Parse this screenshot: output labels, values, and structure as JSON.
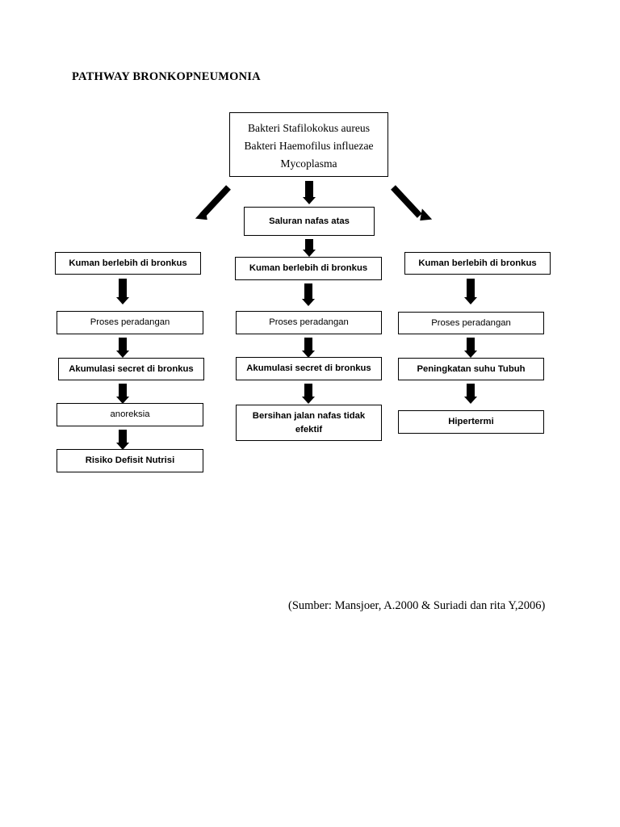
{
  "document": {
    "title": "PATHWAY BRONKOPNEUMONIA",
    "source": "(Sumber: Mansjoer, A.2000 & Suriadi dan rita Y,2006)"
  },
  "diagram": {
    "type": "flowchart",
    "etiology_box": {
      "line1": "Bakteri Stafilokokus aureus",
      "line2": "Bakteri Haemofilus influezae",
      "line3": "Mycoplasma"
    },
    "upper_airway": "Saluran nafas atas",
    "columns": [
      {
        "name": "left-branch",
        "nodes": [
          "Kuman berlebih di bronkus",
          "Proses peradangan",
          "Akumulasi secret di bronkus",
          "anoreksia",
          "Risiko Defisit Nutrisi"
        ]
      },
      {
        "name": "center-branch",
        "nodes": [
          "Kuman berlebih di bronkus",
          "Proses peradangan",
          "Akumulasi secret di bronkus",
          "Bersihan jalan nafas tidak efektif"
        ]
      },
      {
        "name": "right-branch",
        "nodes": [
          "Kuman berlebih di bronkus",
          "Proses peradangan",
          "Peningkatan suhu Tubuh",
          "Hipertermi"
        ]
      }
    ]
  },
  "colors": {
    "ink": "#000000",
    "paper": "#ffffff"
  }
}
